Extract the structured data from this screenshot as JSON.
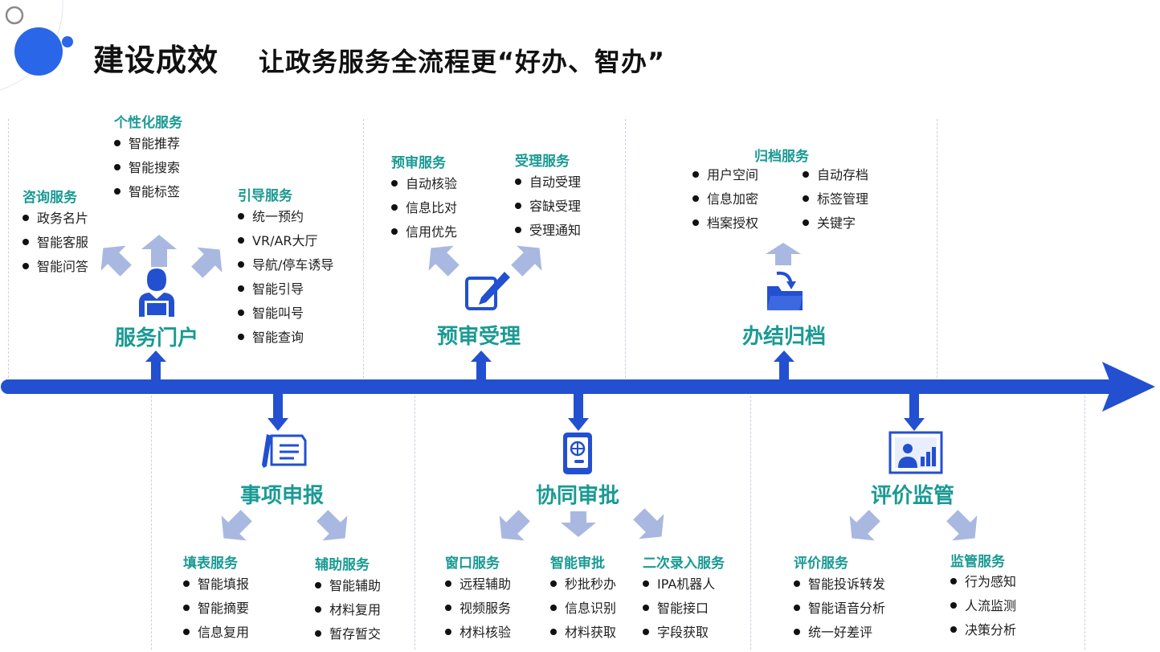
{
  "header": {
    "title": "建设成效",
    "subtitle": "让政务服务全流程更“好办、智办”"
  },
  "colors": {
    "accent_blue": "#2250d0",
    "light_arrow": "#a9b8e0",
    "teal": "#1a9a94"
  },
  "stages_top": [
    {
      "title": "服务门户",
      "icon": "user-laptop-icon"
    },
    {
      "title": "预审受理",
      "icon": "edit-pen-icon"
    },
    {
      "title": "办结归档",
      "icon": "folder-archive-icon"
    }
  ],
  "stages_bottom": [
    {
      "title": "事项申报",
      "icon": "document-pen-icon"
    },
    {
      "title": "协同审批",
      "icon": "mobile-device-icon"
    },
    {
      "title": "评价监管",
      "icon": "presentation-board-icon"
    }
  ],
  "groups": {
    "personalized": {
      "title": "个性化服务",
      "items": [
        "智能推荐",
        "智能搜索",
        "智能标签"
      ]
    },
    "consult": {
      "title": "咨询服务",
      "items": [
        "政务名片",
        "智能客服",
        "智能问答"
      ]
    },
    "guide": {
      "title": "引导服务",
      "items": [
        "统一预约",
        "VR/AR大厅",
        "导航/停车诱导",
        "智能引导",
        "智能叫号",
        "智能查询"
      ]
    },
    "prereview": {
      "title": "预审服务",
      "items": [
        "自动核验",
        "信息比对",
        "信用优先"
      ]
    },
    "accept": {
      "title": "受理服务",
      "items": [
        "自动受理",
        "容缺受理",
        "受理通知"
      ]
    },
    "archive": {
      "title": "归档服务",
      "items_left": [
        "用户空间",
        "信息加密",
        "档案授权"
      ],
      "items_right": [
        "自动存档",
        "标签管理",
        "关键字"
      ]
    },
    "fill": {
      "title": "填表服务",
      "items": [
        "智能填报",
        "智能摘要",
        "信息复用"
      ]
    },
    "assist": {
      "title": "辅助服务",
      "items": [
        "智能辅助",
        "材料复用",
        "暂存暂交"
      ]
    },
    "window": {
      "title": "窗口服务",
      "items": [
        "远程辅助",
        "视频服务",
        "材料核验"
      ]
    },
    "smart_approval": {
      "title": "智能审批",
      "items": [
        "秒批秒办",
        "信息识别",
        "材料获取"
      ]
    },
    "second_entry": {
      "title": "二次录入服务",
      "items": [
        "IPA机器人",
        "智能接口",
        "字段获取"
      ]
    },
    "evaluation": {
      "title": "评价服务",
      "items": [
        "智能投诉转发",
        "智能语音分析",
        "统一好差评"
      ]
    },
    "supervision": {
      "title": "监管服务",
      "items": [
        "行为感知",
        "人流监测",
        "决策分析"
      ]
    }
  }
}
